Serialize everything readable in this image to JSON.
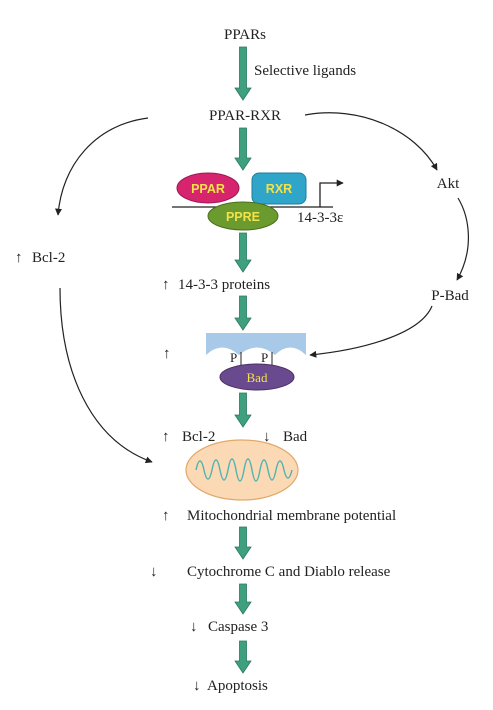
{
  "nodes": {
    "ppars": "PPARs",
    "selective_ligands": "Selective ligands",
    "ppar_rxr": "PPAR-RXR",
    "ppar": "PPAR",
    "rxr": "RXR",
    "ppre": "PPRE",
    "gene": "14-3-3ε",
    "akt": "Akt",
    "bcl2_left": "Bcl-2",
    "proteins": "14-3-3 proteins",
    "p_bad": "P-Bad",
    "phospho_1": "P",
    "phospho_2": "P",
    "bad_complex": "Bad",
    "bcl2_center": "Bcl-2",
    "bad": "Bad",
    "mito_potential": "Mitochondrial membrane potential",
    "cytochrome": "Cytochrome C and Diablo release",
    "caspase": "Caspase 3",
    "apoptosis": "Apoptosis"
  },
  "symbols": {
    "up": "↑",
    "down": "↓"
  },
  "colors": {
    "arrow_fill": "#3fa07f",
    "ppar_fill": "#d6246e",
    "rxr_fill": "#2fa6c9",
    "ppre_fill": "#6b9a2e",
    "bad_fill": "#6a4a8e",
    "scaffold_fill": "#a9c9e8",
    "mito_fill": "#fbd9b5",
    "mito_crista": "#4fb3b0"
  }
}
